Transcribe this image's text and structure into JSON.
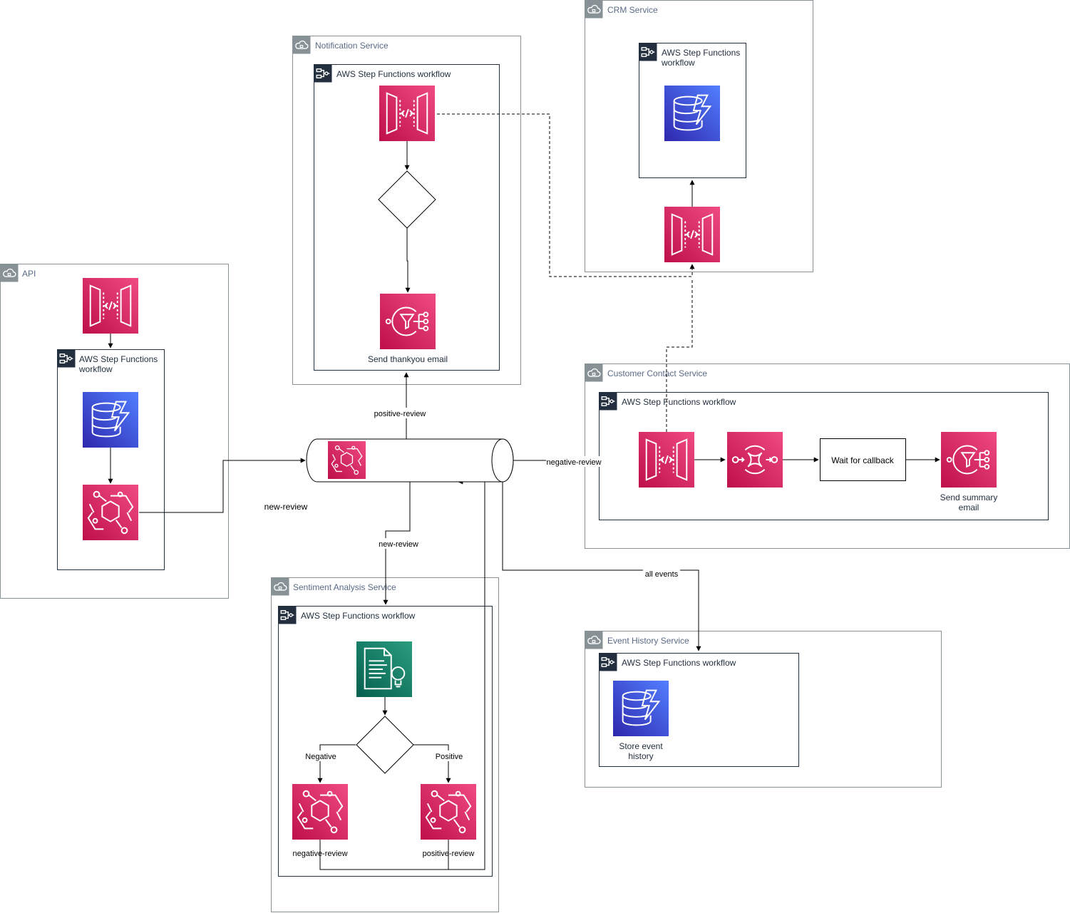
{
  "groups": {
    "api": {
      "title": "API"
    },
    "api_workflow": {
      "title_line1": "AWS Step Functions",
      "title_line2": "workflow"
    },
    "notification": {
      "title": "Notification Service"
    },
    "notification_workflow": {
      "title": "AWS Step Functions workflow"
    },
    "crm": {
      "title": "CRM Service"
    },
    "crm_workflow": {
      "title_line1": "AWS Step Functions",
      "title_line2": "workflow"
    },
    "customer_contact": {
      "title": "Customer Contact Service"
    },
    "customer_contact_workflow": {
      "title": "AWS Step Functions workflow"
    },
    "sentiment": {
      "title": "Sentiment Analysis Service"
    },
    "sentiment_workflow": {
      "title": "AWS Step Functions workflow"
    },
    "event_history": {
      "title": "Event History Service"
    },
    "event_history_workflow": {
      "title": "AWS Step Functions workflow"
    }
  },
  "nodes": {
    "send_thankyou": "Send thankyou email",
    "wait_for_callback": "Wait for callback",
    "send_summary_line1": "Send summary",
    "send_summary_line2": "email",
    "store_event_line1": "Store event",
    "store_event_line2": "history",
    "negative_review_event": "negative-review",
    "positive_review_event": "positive-review"
  },
  "edges": {
    "positive_review": "positive-review",
    "negative_review": "negative-review",
    "new_review_left": "new-review",
    "new_review_down": "new-review",
    "all_events": "all events",
    "negative": "Negative",
    "positive": "Positive"
  },
  "colors": {
    "app_integration": "#D6245F",
    "database": "#3F4BD9",
    "machine_learning": "#138A6E",
    "group_border": "#879196",
    "group_text": "#5A6B86",
    "workflow_text": "#232F3E",
    "line": "#000000"
  },
  "icons": {
    "api_gateway": "api-gateway-icon",
    "dynamodb": "dynamodb-icon",
    "eventbridge": "eventbridge-icon",
    "sns": "sns-icon",
    "sqs": "sqs-icon",
    "comprehend": "comprehend-icon",
    "cloud": "cloud-icon",
    "step_functions": "step-functions-icon"
  }
}
